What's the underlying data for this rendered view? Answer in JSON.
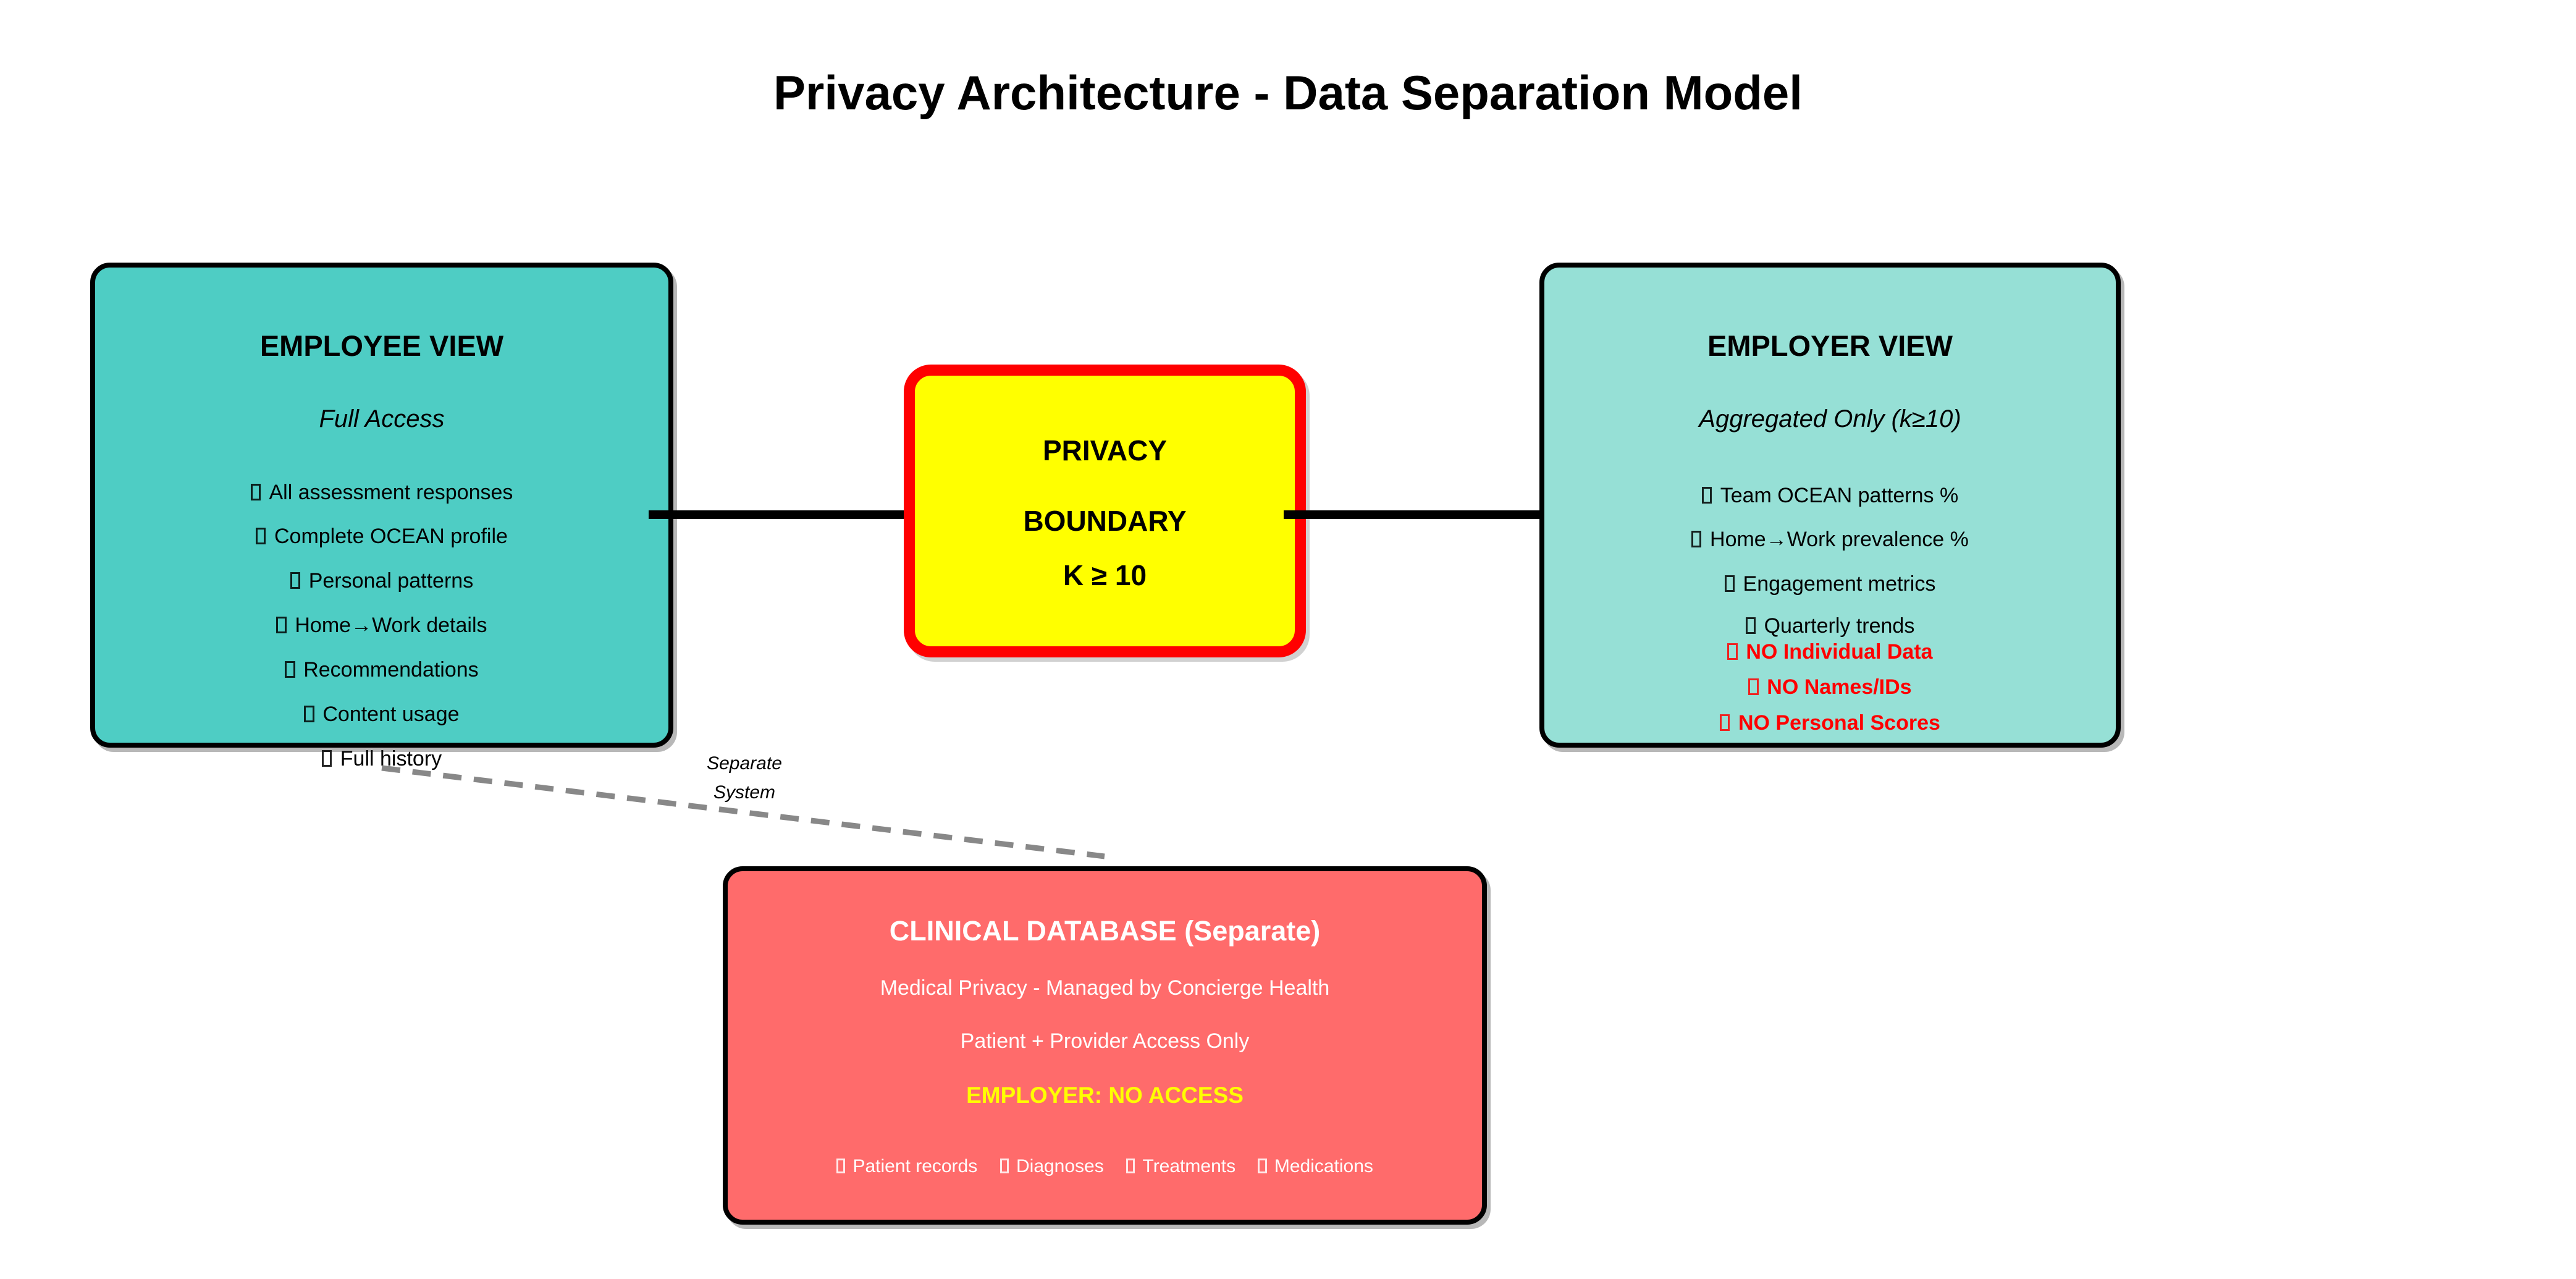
{
  "title": "Privacy Architecture - Data Separation Model",
  "colors": {
    "employee_box_fill": "#4ECDC4",
    "employer_box_fill": "#96E0D6",
    "clinical_box_fill": "#FF6B6B",
    "privacy_box_fill": "#FFFF00",
    "privacy_box_border": "#FF0000",
    "box_border": "#000000",
    "restricted_text": "#FF0000",
    "warning_text": "#FFFF00",
    "clinical_text": "#FFFFFF",
    "dashed_line": "#888888",
    "connector_line": "#000000"
  },
  "employee_box": {
    "title": "EMPLOYEE VIEW",
    "subtitle": "Full Access",
    "items": [
      "All assessment responses",
      "Complete OCEAN profile",
      "Personal patterns",
      "Home→Work details",
      "Recommendations",
      "Content usage",
      "Full history"
    ]
  },
  "privacy_box": {
    "line1": "PRIVACY",
    "line2": "BOUNDARY",
    "line3": "K ≥ 10"
  },
  "employer_box": {
    "title": "EMPLOYER VIEW",
    "subtitle": "Aggregated Only (k≥10)",
    "items": [
      "Team OCEAN patterns %",
      "Home→Work prevalence %",
      "Engagement metrics",
      "Quarterly trends"
    ],
    "restricted_items": [
      "NO Individual Data",
      "NO Names/IDs",
      "NO Personal Scores"
    ]
  },
  "clinical_box": {
    "title": "CLINICAL DATABASE (Separate)",
    "line1": "Medical Privacy - Managed by Concierge Health",
    "line2": "Patient + Provider Access Only",
    "warning": "EMPLOYER: NO ACCESS",
    "items": [
      "Patient records",
      "Diagnoses",
      "Treatments",
      "Medications"
    ]
  },
  "separate_system_label": "Separate\nSystem"
}
